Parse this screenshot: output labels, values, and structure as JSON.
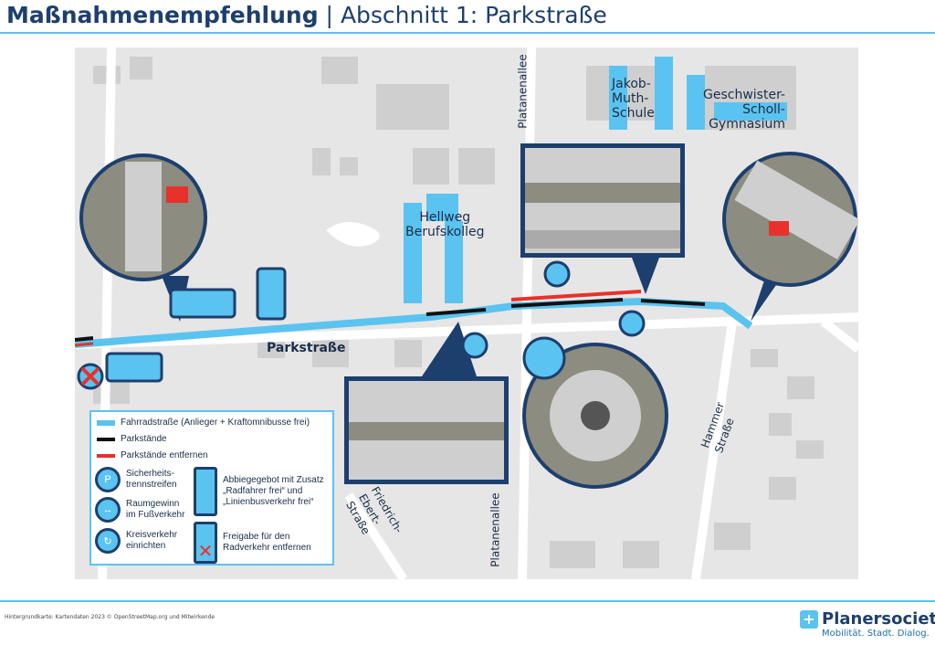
{
  "header": {
    "title_bold": "Maßnahmenempfehlung",
    "separator": "|",
    "subtitle": "Abschnitt 1: Parkstraße"
  },
  "map": {
    "labels": {
      "parkstrasse": "Parkstraße",
      "hellweg": "Hellweg\nBerufskolleg",
      "jakob": "Jakob-\nMuth-\nSchule",
      "geschwister": "Geschwister-\nScholl-\nGymnasium",
      "platanen_top": "Platanenallee",
      "platanen_bottom": "Platanenallee",
      "hammer": "Hammer\nStraße",
      "friedrich": "Friedrich-\nEbert-\nStraße"
    }
  },
  "legend": {
    "fahrradstrasse": "Fahrradstraße (Anlieger + Kraftomnibusse frei)",
    "parkstaende": "Parkstände",
    "parkstaende_entfernen": "Parkstände entfernen",
    "sicherheit": "Sicherheits-\ntrennstreifen",
    "raumgewinn": "Raumgewinn\nim Fußverkehr",
    "kreisverkehr": "Kreisverkehr\neinrichten",
    "abbiegegebot": "Abbiegegebot mit Zusatz\n„Radfahrer frei“ und\n„Linienbusverkehr frei“",
    "freigabe": "Freigabe für den\nRadverkehr entfernen"
  },
  "colors": {
    "route": "#5bc3ef",
    "navy": "#1d3f6e",
    "remove": "#e8312a",
    "parking": "#111111"
  },
  "footer": {
    "credit": "Hintergrundkarte: Kartendaten 2023 © OpenStreetMap.org und Mitwirkende",
    "logo_name": "Planersocietät",
    "logo_tagline": "Mobilität. Stadt. Dialog."
  }
}
